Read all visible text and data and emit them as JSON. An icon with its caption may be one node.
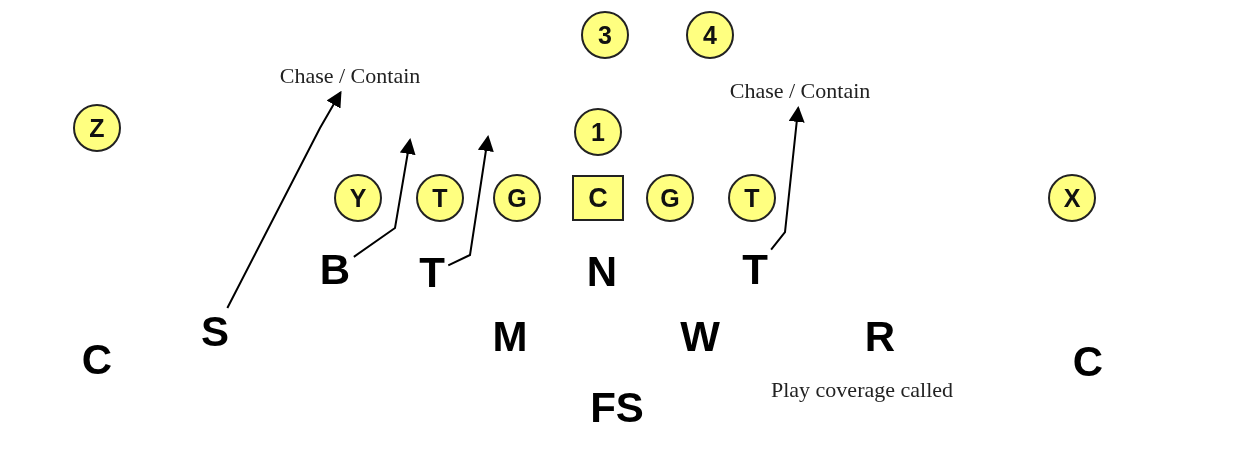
{
  "diagram": {
    "nodes": [
      {
        "text": [
          "3"
        ]
      },
      {
        "text": [
          "4"
        ]
      },
      {
        "text": [
          "Chase / Contain"
        ]
      },
      {
        "text": [
          "Chase / Contain"
        ]
      },
      {
        "text": [
          "Z"
        ]
      },
      {
        "text": [
          "1"
        ]
      },
      {
        "text": [
          "Y"
        ]
      },
      {
        "text": [
          "T"
        ]
      },
      {
        "text": [
          "G"
        ]
      },
      {
        "text": [
          "C"
        ]
      },
      {
        "text": [
          "G"
        ]
      },
      {
        "text": [
          "T"
        ]
      },
      {
        "text": [
          "X"
        ]
      },
      {
        "text": [
          "B"
        ]
      },
      {
        "text": [
          "T"
        ]
      },
      {
        "text": [
          "T"
        ]
      },
      {
        "text": [
          "S"
        ]
      }
    ],
    "edges": [
      {
        "from": 16,
        "to": 2,
        "arrow": "to"
      },
      {
        "from": 13,
        "to": null,
        "arrow": "to"
      },
      {
        "from": 14,
        "to": null,
        "arrow": "to"
      },
      {
        "from": 15,
        "to": 3,
        "arrow": "to"
      }
    ],
    "labels": [
      "N",
      "C",
      "M",
      "W",
      "R",
      "C",
      "FS",
      "Play coverage called"
    ]
  }
}
